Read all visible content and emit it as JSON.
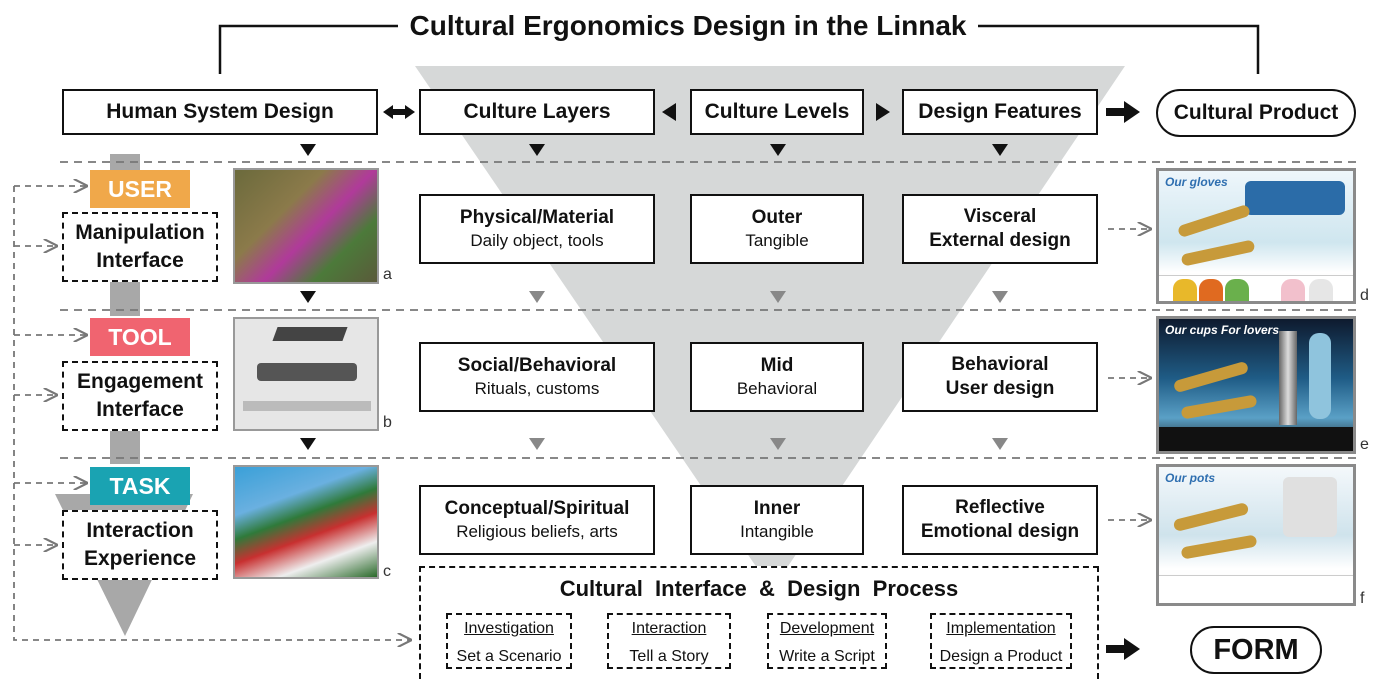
{
  "title": "Cultural Ergonomics Design in the Linnak",
  "headers": {
    "human_system": "Human System Design",
    "culture_layers": "Culture Layers",
    "culture_levels": "Culture Levels",
    "design_features": "Design Features",
    "cultural_product": "Cultural Product"
  },
  "rows": [
    {
      "tag": "USER",
      "tag_color": "#f0a84a",
      "interface": [
        "Manipulation",
        "Interface"
      ],
      "photo_label": "a",
      "layer": {
        "title": "Physical/Material",
        "sub": "Daily object, tools"
      },
      "level": {
        "title": "Outer",
        "sub": "Tangible"
      },
      "feature": [
        "Visceral",
        "External design"
      ],
      "product_label": "d",
      "product_title": "Our gloves"
    },
    {
      "tag": "TOOL",
      "tag_color": "#f06470",
      "interface": [
        "Engagement",
        "Interface"
      ],
      "photo_label": "b",
      "layer": {
        "title": "Social/Behavioral",
        "sub": "Rituals, customs"
      },
      "level": {
        "title": "Mid",
        "sub": "Behavioral"
      },
      "feature": [
        "Behavioral",
        "User design"
      ],
      "product_label": "e",
      "product_title": "Our cups For lovers"
    },
    {
      "tag": "TASK",
      "tag_color": "#1aa3b2",
      "interface": [
        "Interaction",
        "Experience"
      ],
      "photo_label": "c",
      "layer": {
        "title": "Conceptual/Spiritual",
        "sub": "Religious beliefs, arts"
      },
      "level": {
        "title": "Inner",
        "sub": "Intangible"
      },
      "feature": [
        "Reflective",
        "Emotional design"
      ],
      "product_label": "f",
      "product_title": "Our pots"
    }
  ],
  "process": {
    "title": "Cultural  Interface  &  Design  Process",
    "steps": [
      {
        "title": "Investigation",
        "sub": "Set a Scenario"
      },
      {
        "title": "Interaction",
        "sub": "Tell a Story"
      },
      {
        "title": "Development",
        "sub": "Write a Script"
      },
      {
        "title": "Implementation",
        "sub": "Design a Product"
      }
    ]
  },
  "form": "FORM",
  "colors": {
    "funnel": "#d6d8d8",
    "arrow_gray": "#a8a8a8",
    "dash": "#777777"
  }
}
